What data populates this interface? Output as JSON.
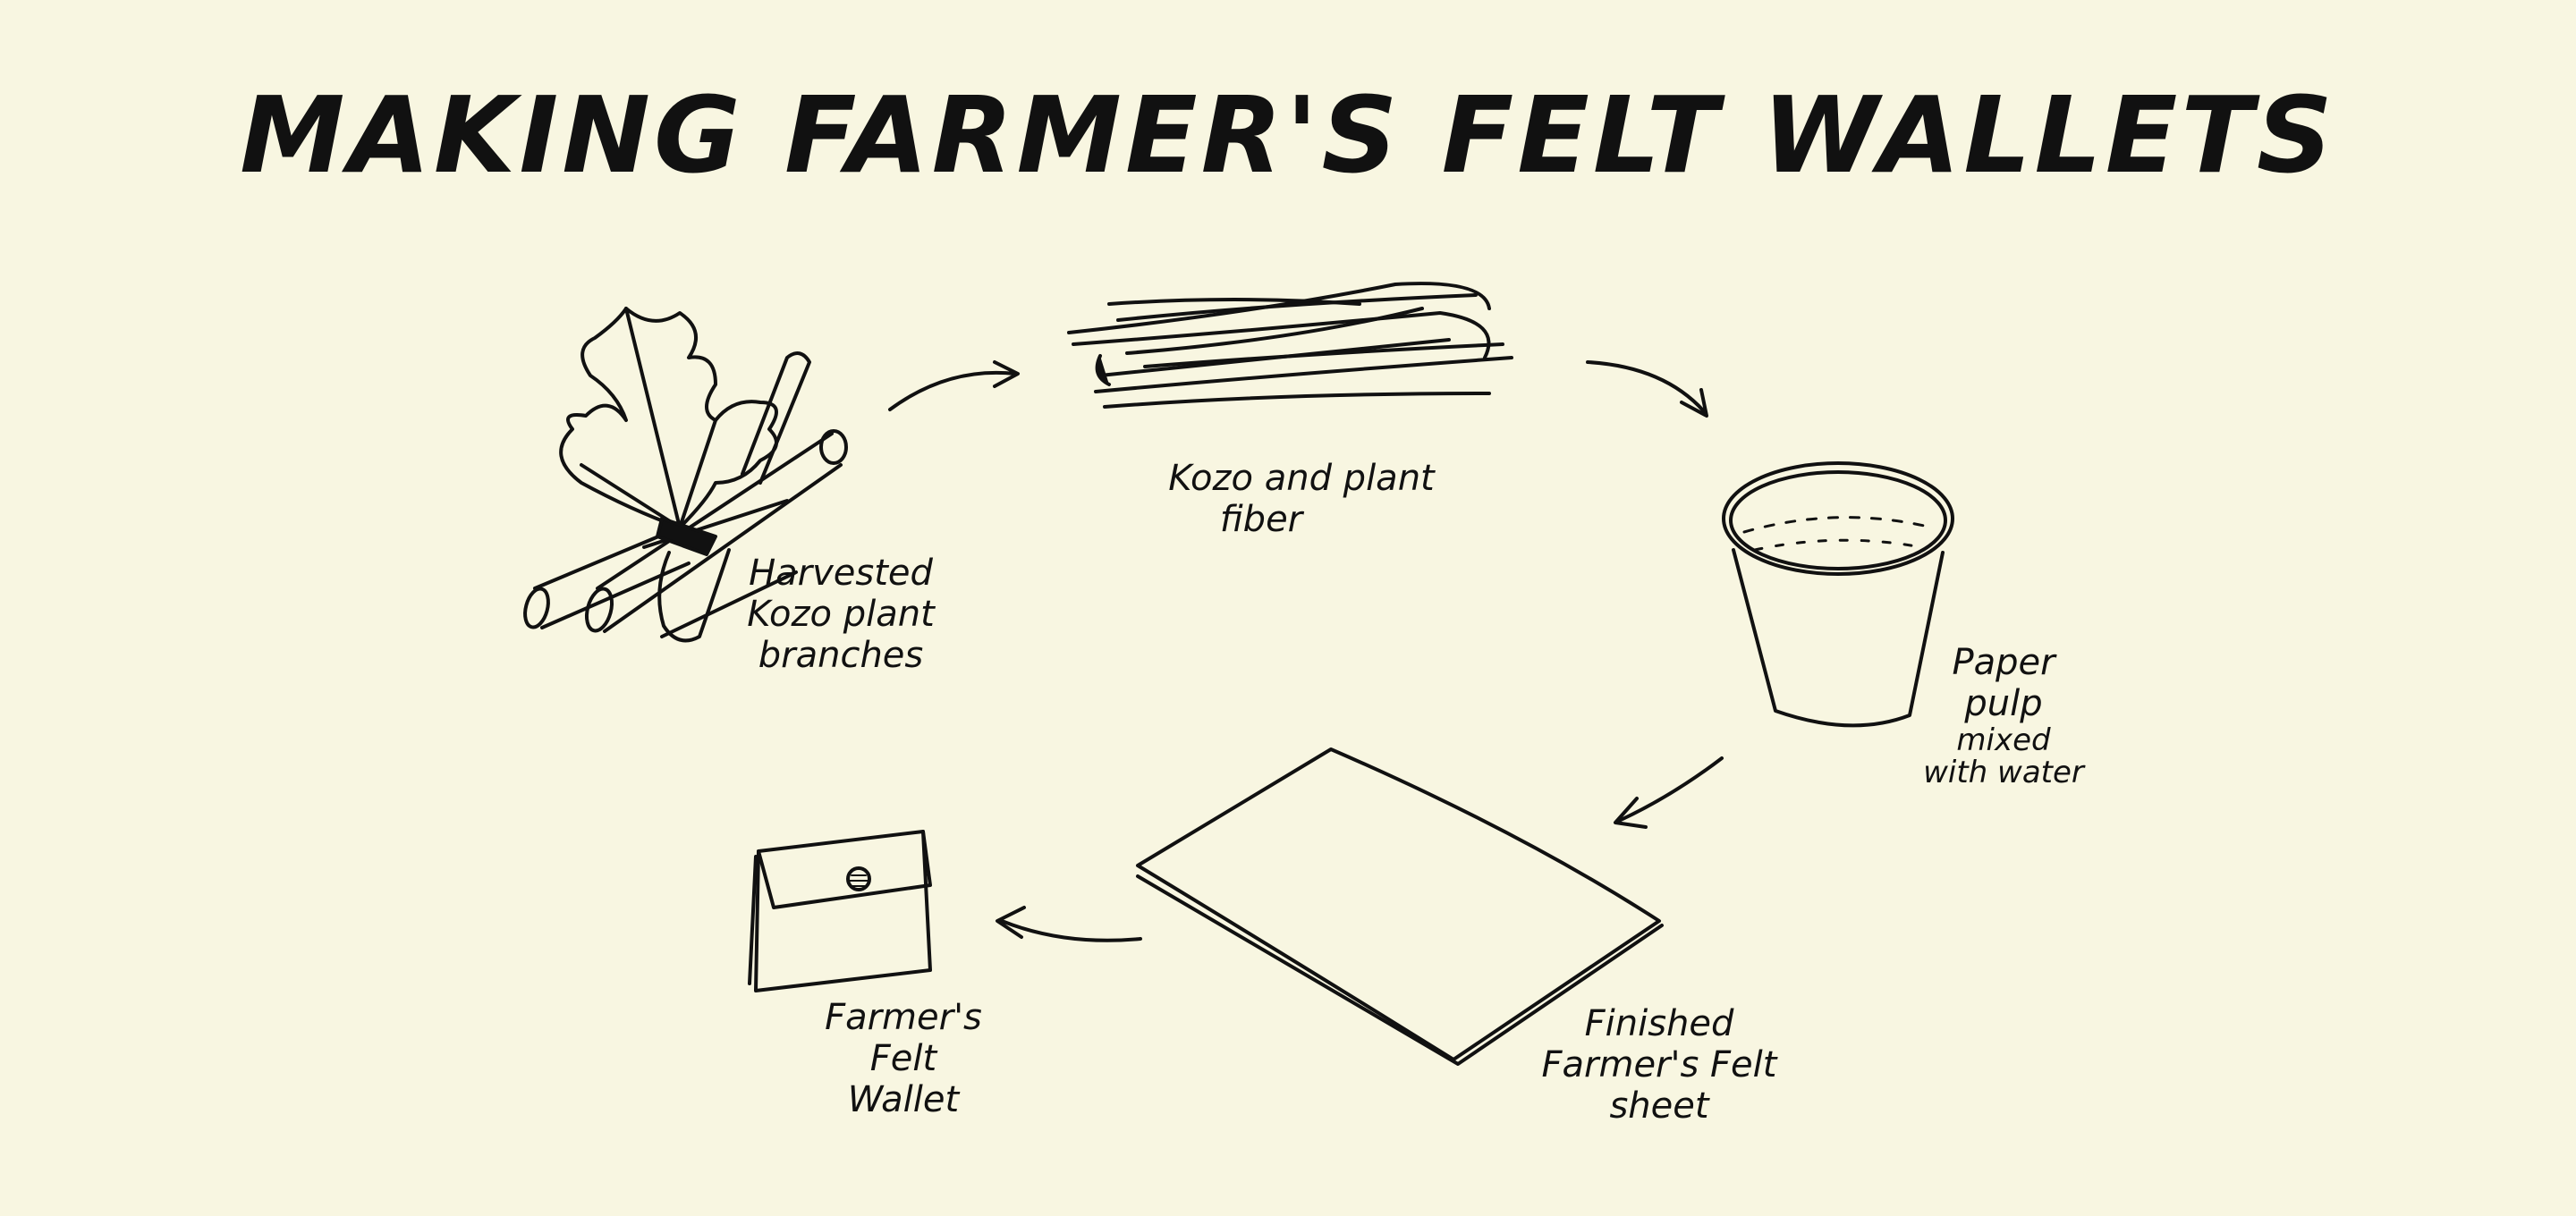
{
  "title": "MAKING  FARMER'S FELT WALLETS",
  "steps": [
    {
      "icon": "kozo-branches-icon",
      "lines": [
        "Harvested",
        "Kozo plant",
        "branches"
      ]
    },
    {
      "icon": "plant-fiber-icon",
      "lines": [
        "Kozo and plant",
        "fiber"
      ]
    },
    {
      "icon": "pulp-cup-icon",
      "lines": [
        "Paper",
        "pulp",
        "mixed",
        "with water"
      ]
    },
    {
      "icon": "felt-sheet-icon",
      "lines": [
        "Finished",
        "Farmer's Felt",
        "sheet"
      ]
    },
    {
      "icon": "wallet-icon",
      "lines": [
        "Farmer's",
        "Felt",
        "Wallet"
      ]
    }
  ],
  "colors": {
    "background": "#f8f6e1",
    "ink": "#111111"
  }
}
